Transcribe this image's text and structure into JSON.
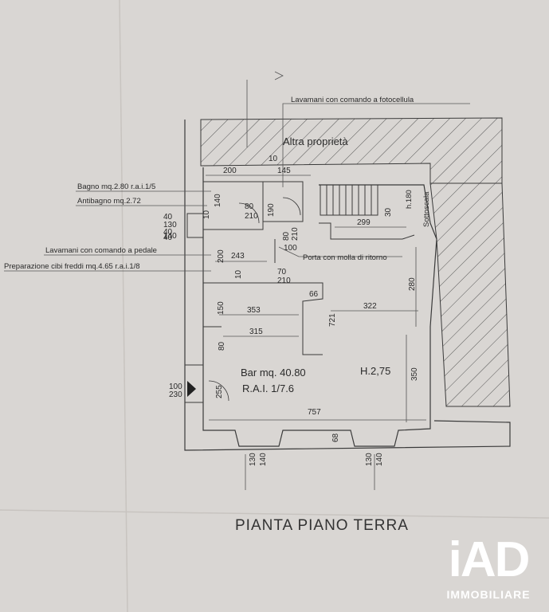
{
  "plan": {
    "title": "PIANTA PIANO TERRA",
    "neighbor": "Altra proprietà",
    "room_main": "Bar mq. 40.80",
    "room_rai": "R.A.I. 1/7.6",
    "height": "H.2,75",
    "notes": {
      "lavamani_foto": "Lavamani con comando a fotocellula",
      "bagno": "Bagno mq.2.80 r.a.i.1/5",
      "antibagno": "Antibagno mq.2.72",
      "lavamani_pedale": "Lavamani con comando a pedale",
      "preparazione": "Preparazione cibi freddi mq.4.65 r.a.i.1/8",
      "porta": "Porta con molla di ritorno",
      "sottoscala": "Sottoscala",
      "h180": "h.180"
    },
    "dims": {
      "d200": "200",
      "d10a": "10",
      "d145": "145",
      "d140": "140",
      "d10b": "10",
      "d80a": "80",
      "d210a": "210",
      "d190": "190",
      "d80b": "80",
      "d210b": "210",
      "d299": "299",
      "d30": "30",
      "d40": "40",
      "d130a": "130",
      "d40b": "40",
      "d40c": "40",
      "d140b": "140",
      "d200b": "200",
      "d243": "243",
      "d100": "100",
      "d10c": "10",
      "d70": "70",
      "d210c": "210",
      "d280": "280",
      "d66": "66",
      "d150": "150",
      "d353": "353",
      "d721": "721",
      "d322": "322",
      "d315": "315",
      "d80c": "80",
      "d350": "350",
      "d100b": "100",
      "d230": "230",
      "d255": "255",
      "d757": "757",
      "d68": "68",
      "d130b": "130",
      "d140c": "140",
      "d130c": "130",
      "d140d": "140"
    }
  },
  "logo": {
    "mark": "iAD",
    "sub": "IMMOBILIARE"
  },
  "colors": {
    "paper": "#d9d6d3",
    "line": "#3a3a3a",
    "logo": "#ffffff"
  }
}
